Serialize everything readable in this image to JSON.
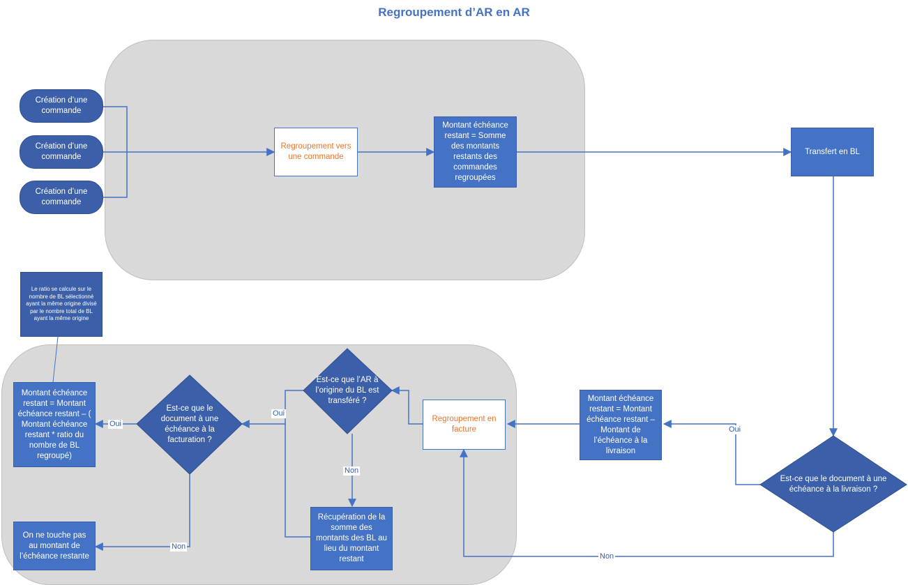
{
  "title": "Regroupement d’AR en AR",
  "nodes": {
    "order1": "Création d’une commande",
    "order2": "Création d’une commande",
    "order3": "Création d’une commande",
    "group_order": "Regroupement vers une commande",
    "amount_sum": "Montant échéance restant = Somme des montants restants des commandes regroupées",
    "transfer_bl": "Transfert en BL",
    "q_delivery": "Est-ce que le document à une échéance à la livraison ?",
    "amount_delivery": "Montant échéance restant = Montant échéance restant – Montant de l’échéance à la livraison",
    "group_invoice": "Regroupement en facture",
    "q_origin": "Est-ce que l’AR à l’origine du BL est transféré ?",
    "recover_sum": "Récupération de la somme des montants des BL au lieu du montant restant",
    "q_invoice": "Est-ce que le document à une échéance à la facturation ?",
    "amount_ratio": "Montant échéance restant = Montant échéance restant – ( Montant échéance restant * ratio du nombre de BL regroupé)",
    "no_touch": "On ne touche pas au montant de l’échéance restante",
    "ratio_note": "Le ratio se calcule sur le nombre de BL sélectionné ayant la même origine divisé par le nombre total de BL ayant la même origine"
  },
  "labels": {
    "oui_delivery": "Oui",
    "non_delivery": "Non",
    "oui_origin": "Oui",
    "non_origin": "Non",
    "oui_invoice": "Oui",
    "non_invoice": "Non"
  },
  "colors": {
    "shape_fill": "#4472c4",
    "shape_dark": "#3b5fa8",
    "region": "#d9d9d9",
    "accent_text": "#e8762b",
    "connector": "#4472c4"
  }
}
